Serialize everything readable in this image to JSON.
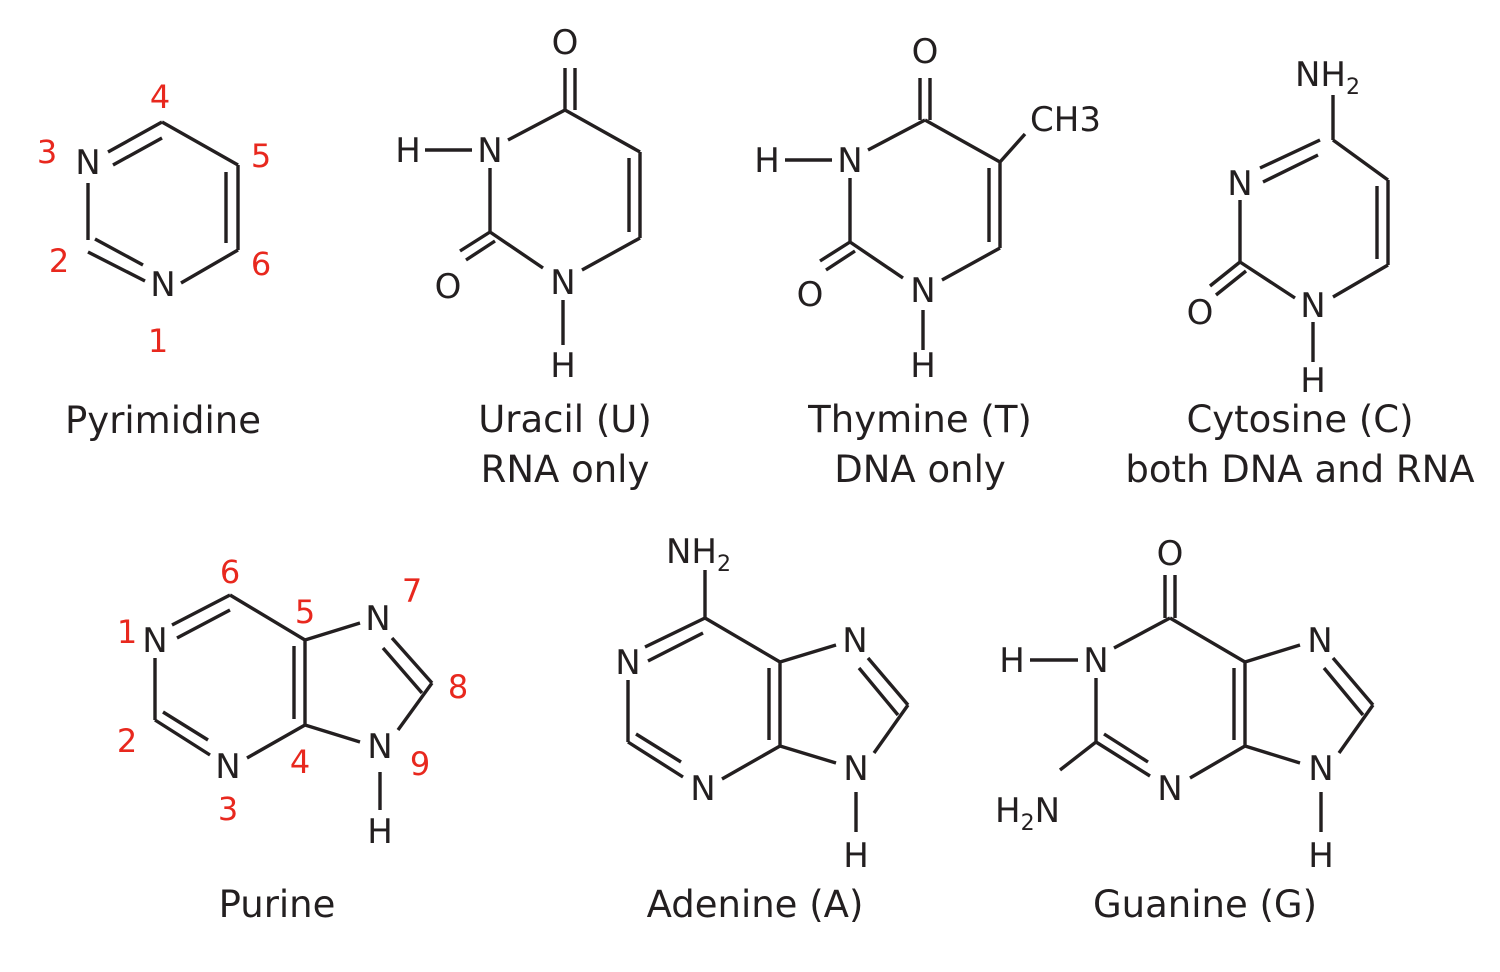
{
  "colors": {
    "ink": "#231f20",
    "numbering": "#e8281e",
    "background": "#ffffff"
  },
  "atoms": {
    "n": "N",
    "o": "O",
    "h": "H",
    "nh": "NH",
    "c": "C",
    "h3": "H3",
    "sub2": "2"
  },
  "structures": {
    "pyrimidine": {
      "name": "Pyrimidine",
      "numbers": [
        "1",
        "2",
        "3",
        "4",
        "5",
        "6"
      ]
    },
    "uracil": {
      "name": "Uracil (U)",
      "note": "RNA only"
    },
    "thymine": {
      "name": "Thymine (T)",
      "note": "DNA only"
    },
    "cytosine": {
      "name": "Cytosine (C)",
      "note": "both DNA and RNA"
    },
    "purine": {
      "name": "Purine",
      "numbers": [
        "1",
        "2",
        "3",
        "4",
        "5",
        "6",
        "7",
        "8",
        "9"
      ]
    },
    "adenine": {
      "name": "Adenine (A)"
    },
    "guanine": {
      "name": "Guanine (G)"
    }
  }
}
